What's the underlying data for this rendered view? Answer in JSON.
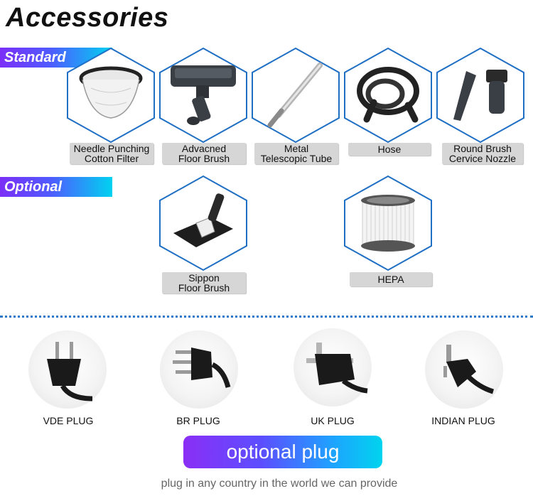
{
  "title": "Accessories",
  "sections": {
    "standard": "Standard",
    "optional": "Optional"
  },
  "standard_items": [
    {
      "line1": "Needle Punching",
      "line2": "Cotton Filter",
      "icon": "cotton-filter-icon"
    },
    {
      "line1": "Advacned",
      "line2": "Floor Brush",
      "icon": "floor-brush-icon"
    },
    {
      "line1": "Metal",
      "line2": "Telescopic Tube",
      "icon": "telescopic-tube-icon"
    },
    {
      "line1": "Hose",
      "line2": "",
      "icon": "hose-icon"
    },
    {
      "line1": "Round Brush",
      "line2": "Cervice Nozzle",
      "icon": "round-brush-nozzle-icon"
    }
  ],
  "optional_items": [
    {
      "line1": "Sippon",
      "line2": "Floor Brush",
      "icon": "sippon-floor-brush-icon"
    },
    {
      "line1": "HEPA",
      "line2": "",
      "icon": "hepa-filter-icon"
    }
  ],
  "plugs": [
    {
      "label": "VDE PLUG",
      "icon": "vde-plug-icon"
    },
    {
      "label": "BR PLUG",
      "icon": "br-plug-icon"
    },
    {
      "label": "UK PLUG",
      "icon": "uk-plug-icon"
    },
    {
      "label": "INDIAN PLUG",
      "icon": "indian-plug-icon"
    }
  ],
  "optional_plug_button": "optional plug",
  "caption": "plug in any country in the world we can provide",
  "colors": {
    "hex_border": "#1f6fc5",
    "label_bg": "#d6d6d6",
    "divider": "#2d79c7",
    "gradient_start": "#7b2ff7",
    "gradient_end": "#00d2f0"
  }
}
